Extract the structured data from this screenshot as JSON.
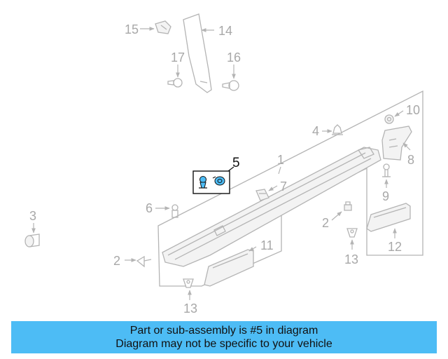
{
  "diagram": {
    "callouts": {
      "p1": "1",
      "p2a": "2",
      "p2b": "2",
      "p3": "3",
      "p4": "4",
      "p5": "5",
      "p6": "6",
      "p7": "7",
      "p8": "8",
      "p9": "9",
      "p10": "10",
      "p11": "11",
      "p12": "12",
      "p13a": "13",
      "p13b": "13",
      "p14": "14",
      "p15": "15",
      "p16": "16",
      "p17": "17"
    },
    "highlight_color": "#4dbcf5",
    "muted_color": "#b4b4b4"
  },
  "banner": {
    "line1": "Part or sub-assembly is #5 in diagram",
    "line2": "Diagram may not be specific to your vehicle",
    "color": "#4dbcf5"
  }
}
